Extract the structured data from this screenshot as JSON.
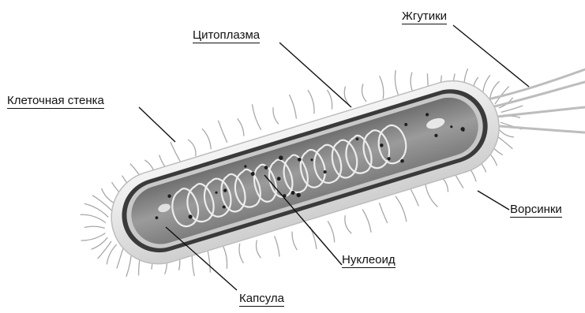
{
  "diagram": {
    "labels": {
      "flagella": "Жгутики",
      "cytoplasm": "Цитоплазма",
      "cell_wall": "Клеточная стенка",
      "pili": "Ворсинки",
      "nucleoid": "Нуклеоид",
      "capsule": "Капсула"
    },
    "colors": {
      "capsule": "#e6e6e6",
      "wall_dark": "#3a3a3a",
      "wall_light": "#bdbdbd",
      "cytoplasm": "#8f8f8f",
      "strand": "#e9e9e9",
      "ink": "#111111"
    }
  }
}
